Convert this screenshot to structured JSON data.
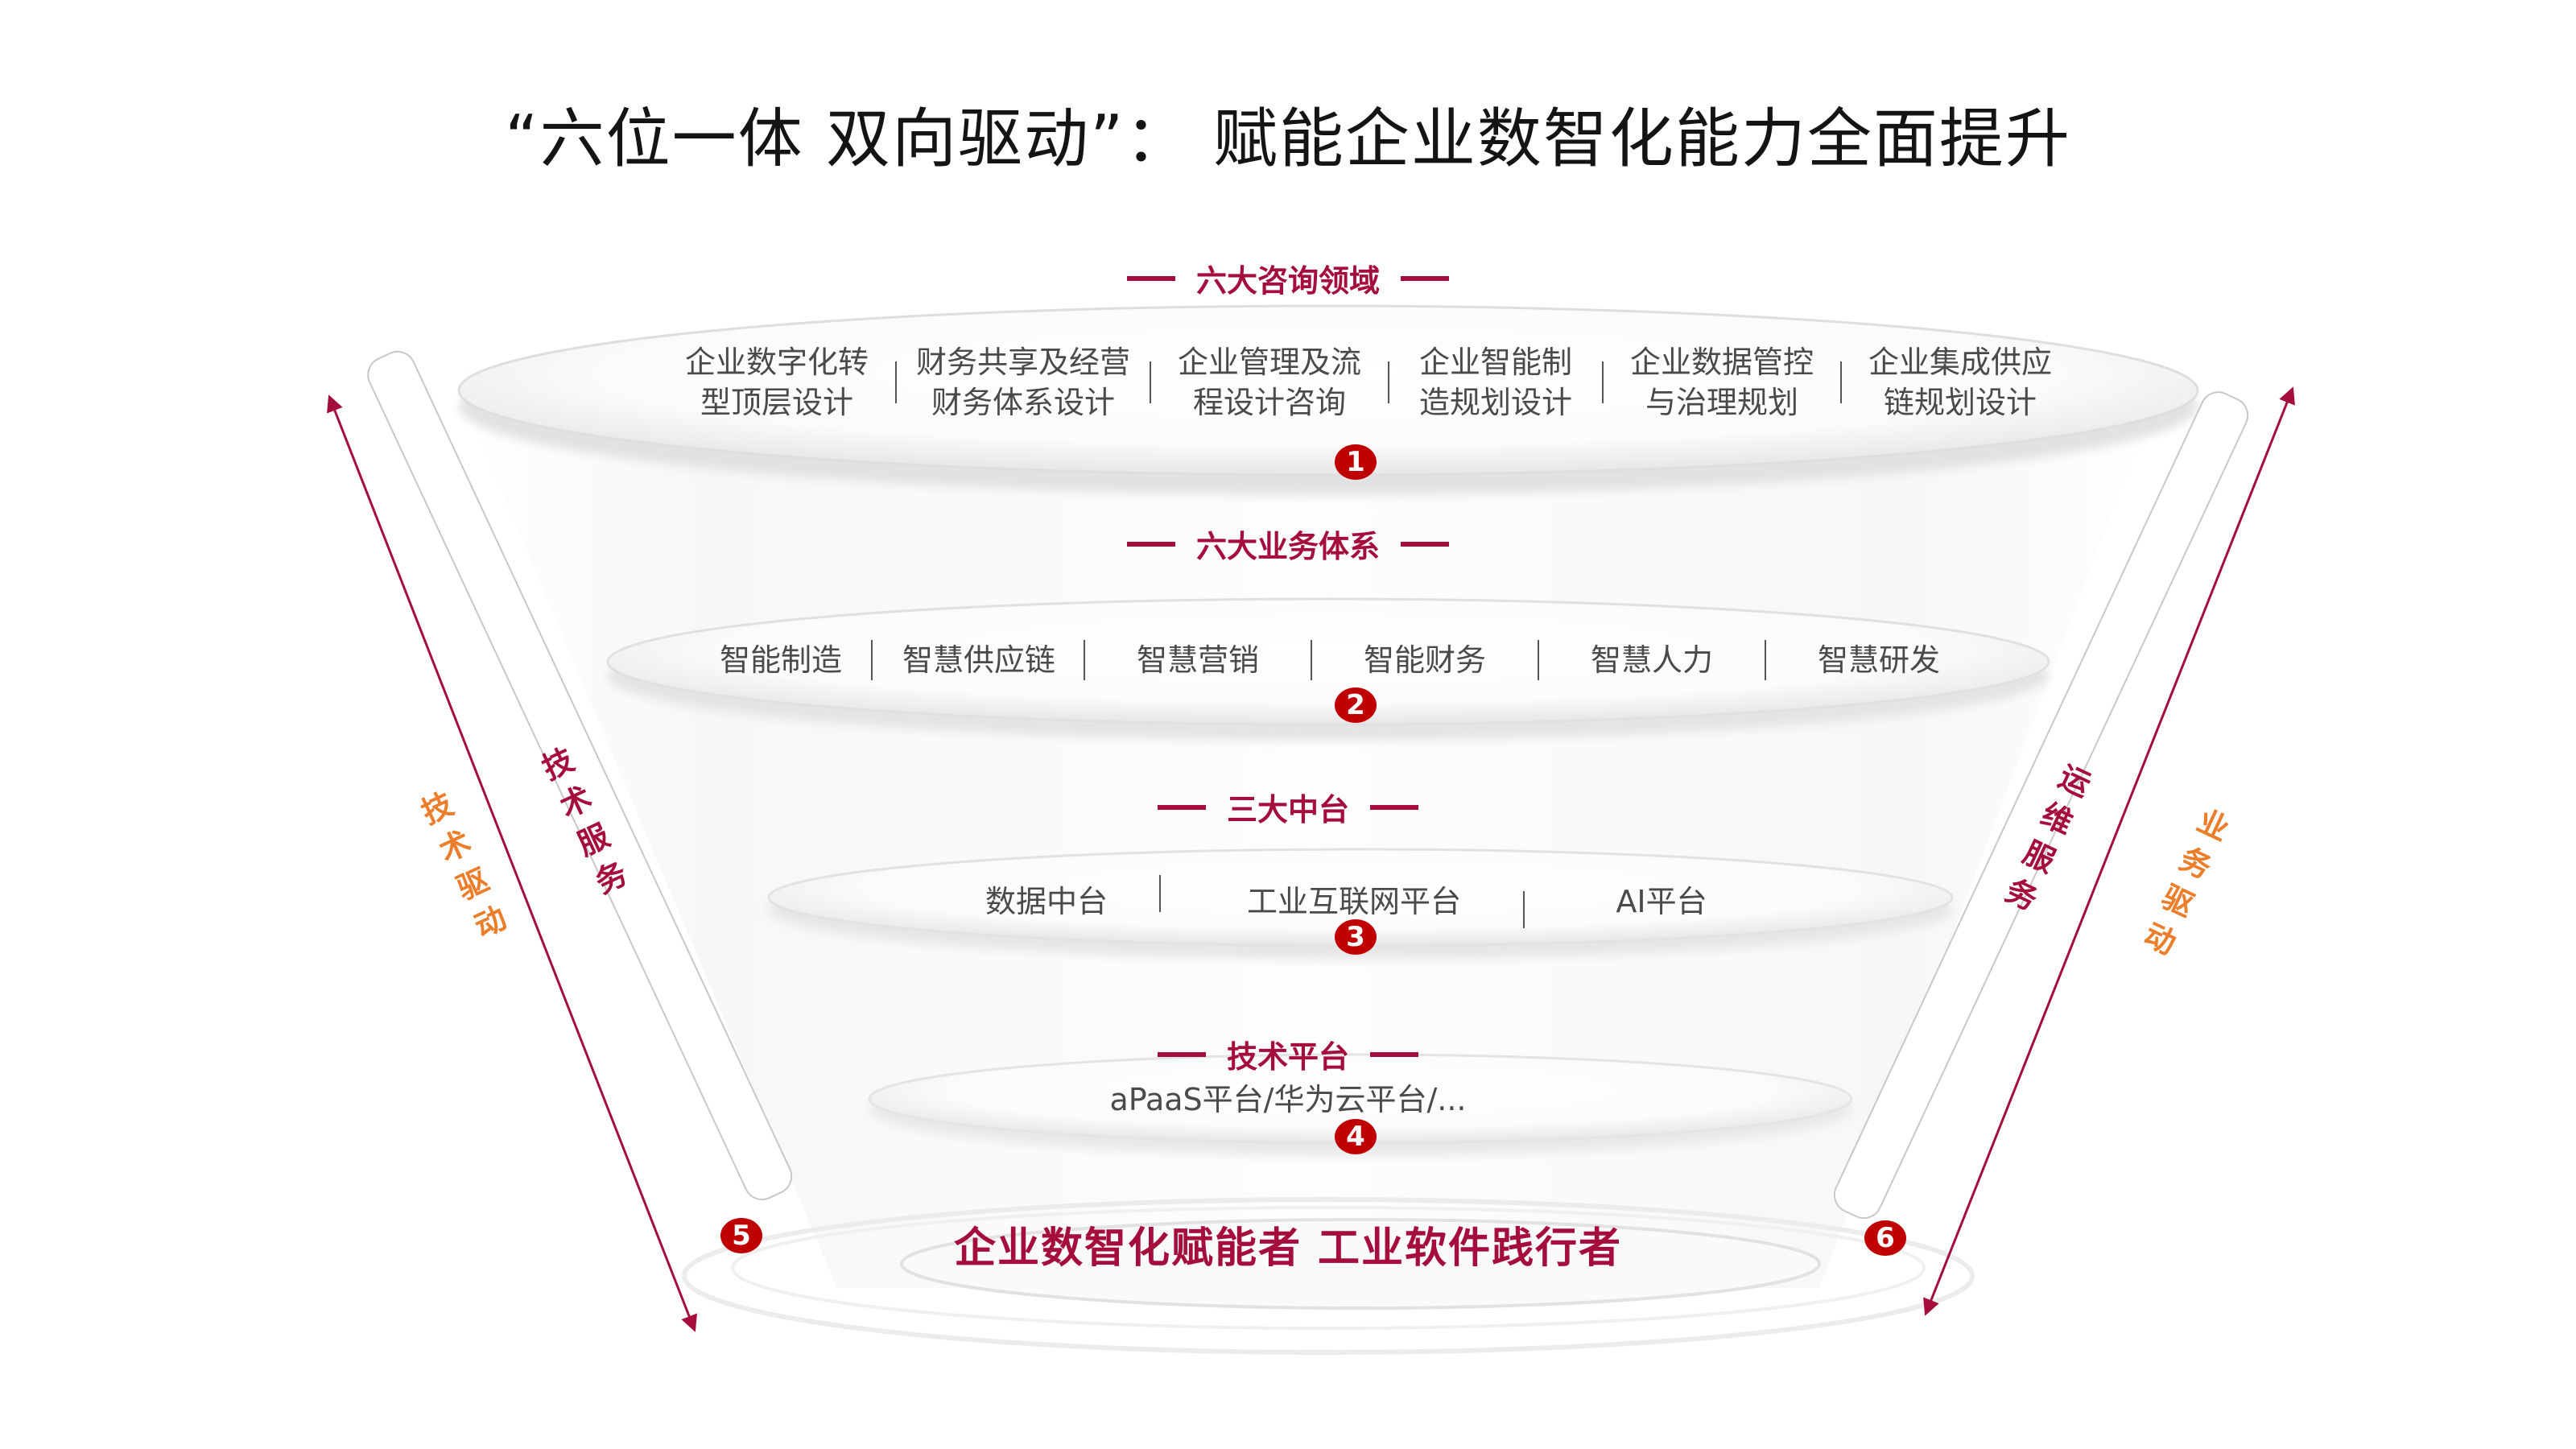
{
  "title": "“六位一体 双向驱动”： 赋能企业数智化能力全面提升",
  "colors": {
    "accent": "#a50d3c",
    "badge": "#c00000",
    "orange": "#ec7d2b",
    "text": "#4a4a4a",
    "title": "#141414"
  },
  "tiers": [
    {
      "heading": "六大咨询领域",
      "badge": "1",
      "items": [
        {
          "line1": "企业数字化转",
          "line2": "型顶层设计"
        },
        {
          "line1": "财务共享及经营",
          "line2": "财务体系设计"
        },
        {
          "line1": "企业管理及流",
          "line2": "程设计咨询"
        },
        {
          "line1": "企业智能制",
          "line2": "造规划设计"
        },
        {
          "line1": "企业数据管控",
          "line2": "与治理规划"
        },
        {
          "line1": "企业集成供应",
          "line2": "链规划设计"
        }
      ]
    },
    {
      "heading": "六大业务体系",
      "badge": "2",
      "items": [
        "智能制造",
        "智慧供应链",
        "智慧营销",
        "智能财务",
        "智慧人力",
        "智慧研发"
      ]
    },
    {
      "heading": "三大中台",
      "badge": "3",
      "items": [
        "数据中台",
        "工业互联网平台",
        "AI平台"
      ]
    },
    {
      "heading": "技术平台",
      "badge": "4",
      "text": "aPaaS平台/华为云平台/..."
    }
  ],
  "tagline": "企业数智化赋能者 工业软件践行者",
  "left": {
    "service_label": [
      "技",
      "术",
      "服",
      "务"
    ],
    "drive_label": [
      "技",
      "术",
      "驱",
      "动"
    ],
    "badge": "5",
    "icon": "double-arrow-icon"
  },
  "right": {
    "service_label": [
      "运",
      "维",
      "服",
      "务"
    ],
    "drive_label": [
      "业",
      "务",
      "驱",
      "动"
    ],
    "badge": "6",
    "icon": "double-arrow-icon"
  }
}
